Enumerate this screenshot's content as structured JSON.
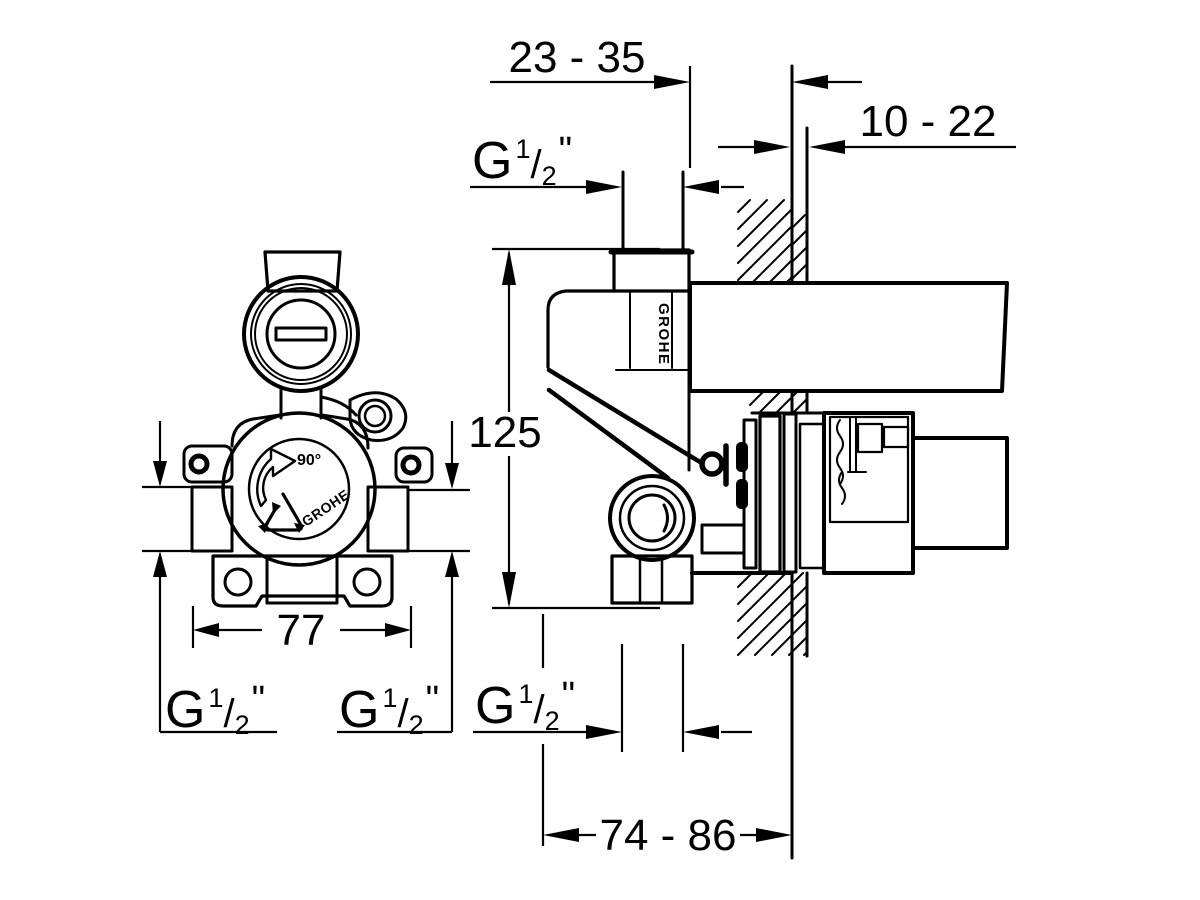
{
  "drawing": {
    "type": "technical-installation-diagram",
    "brand": "GROHE",
    "colors": {
      "line": "#000000",
      "background": "#ffffff"
    },
    "labels": {
      "dim_top_offset": "23 - 35",
      "dim_wall_thickness": "10 - 22",
      "dim_height": "125",
      "dim_width": "77",
      "dim_depth": "74 - 86",
      "rotation": "90°",
      "brand_front": "GROHE",
      "brand_side": "GROHE"
    },
    "thread": {
      "g": "G",
      "num": "1",
      "slash": "/",
      "den": "2",
      "inch": "\""
    },
    "icons": {
      "recycle": "recycle-icon",
      "rotation_arrow": "rotate-90-arrow-icon"
    }
  }
}
